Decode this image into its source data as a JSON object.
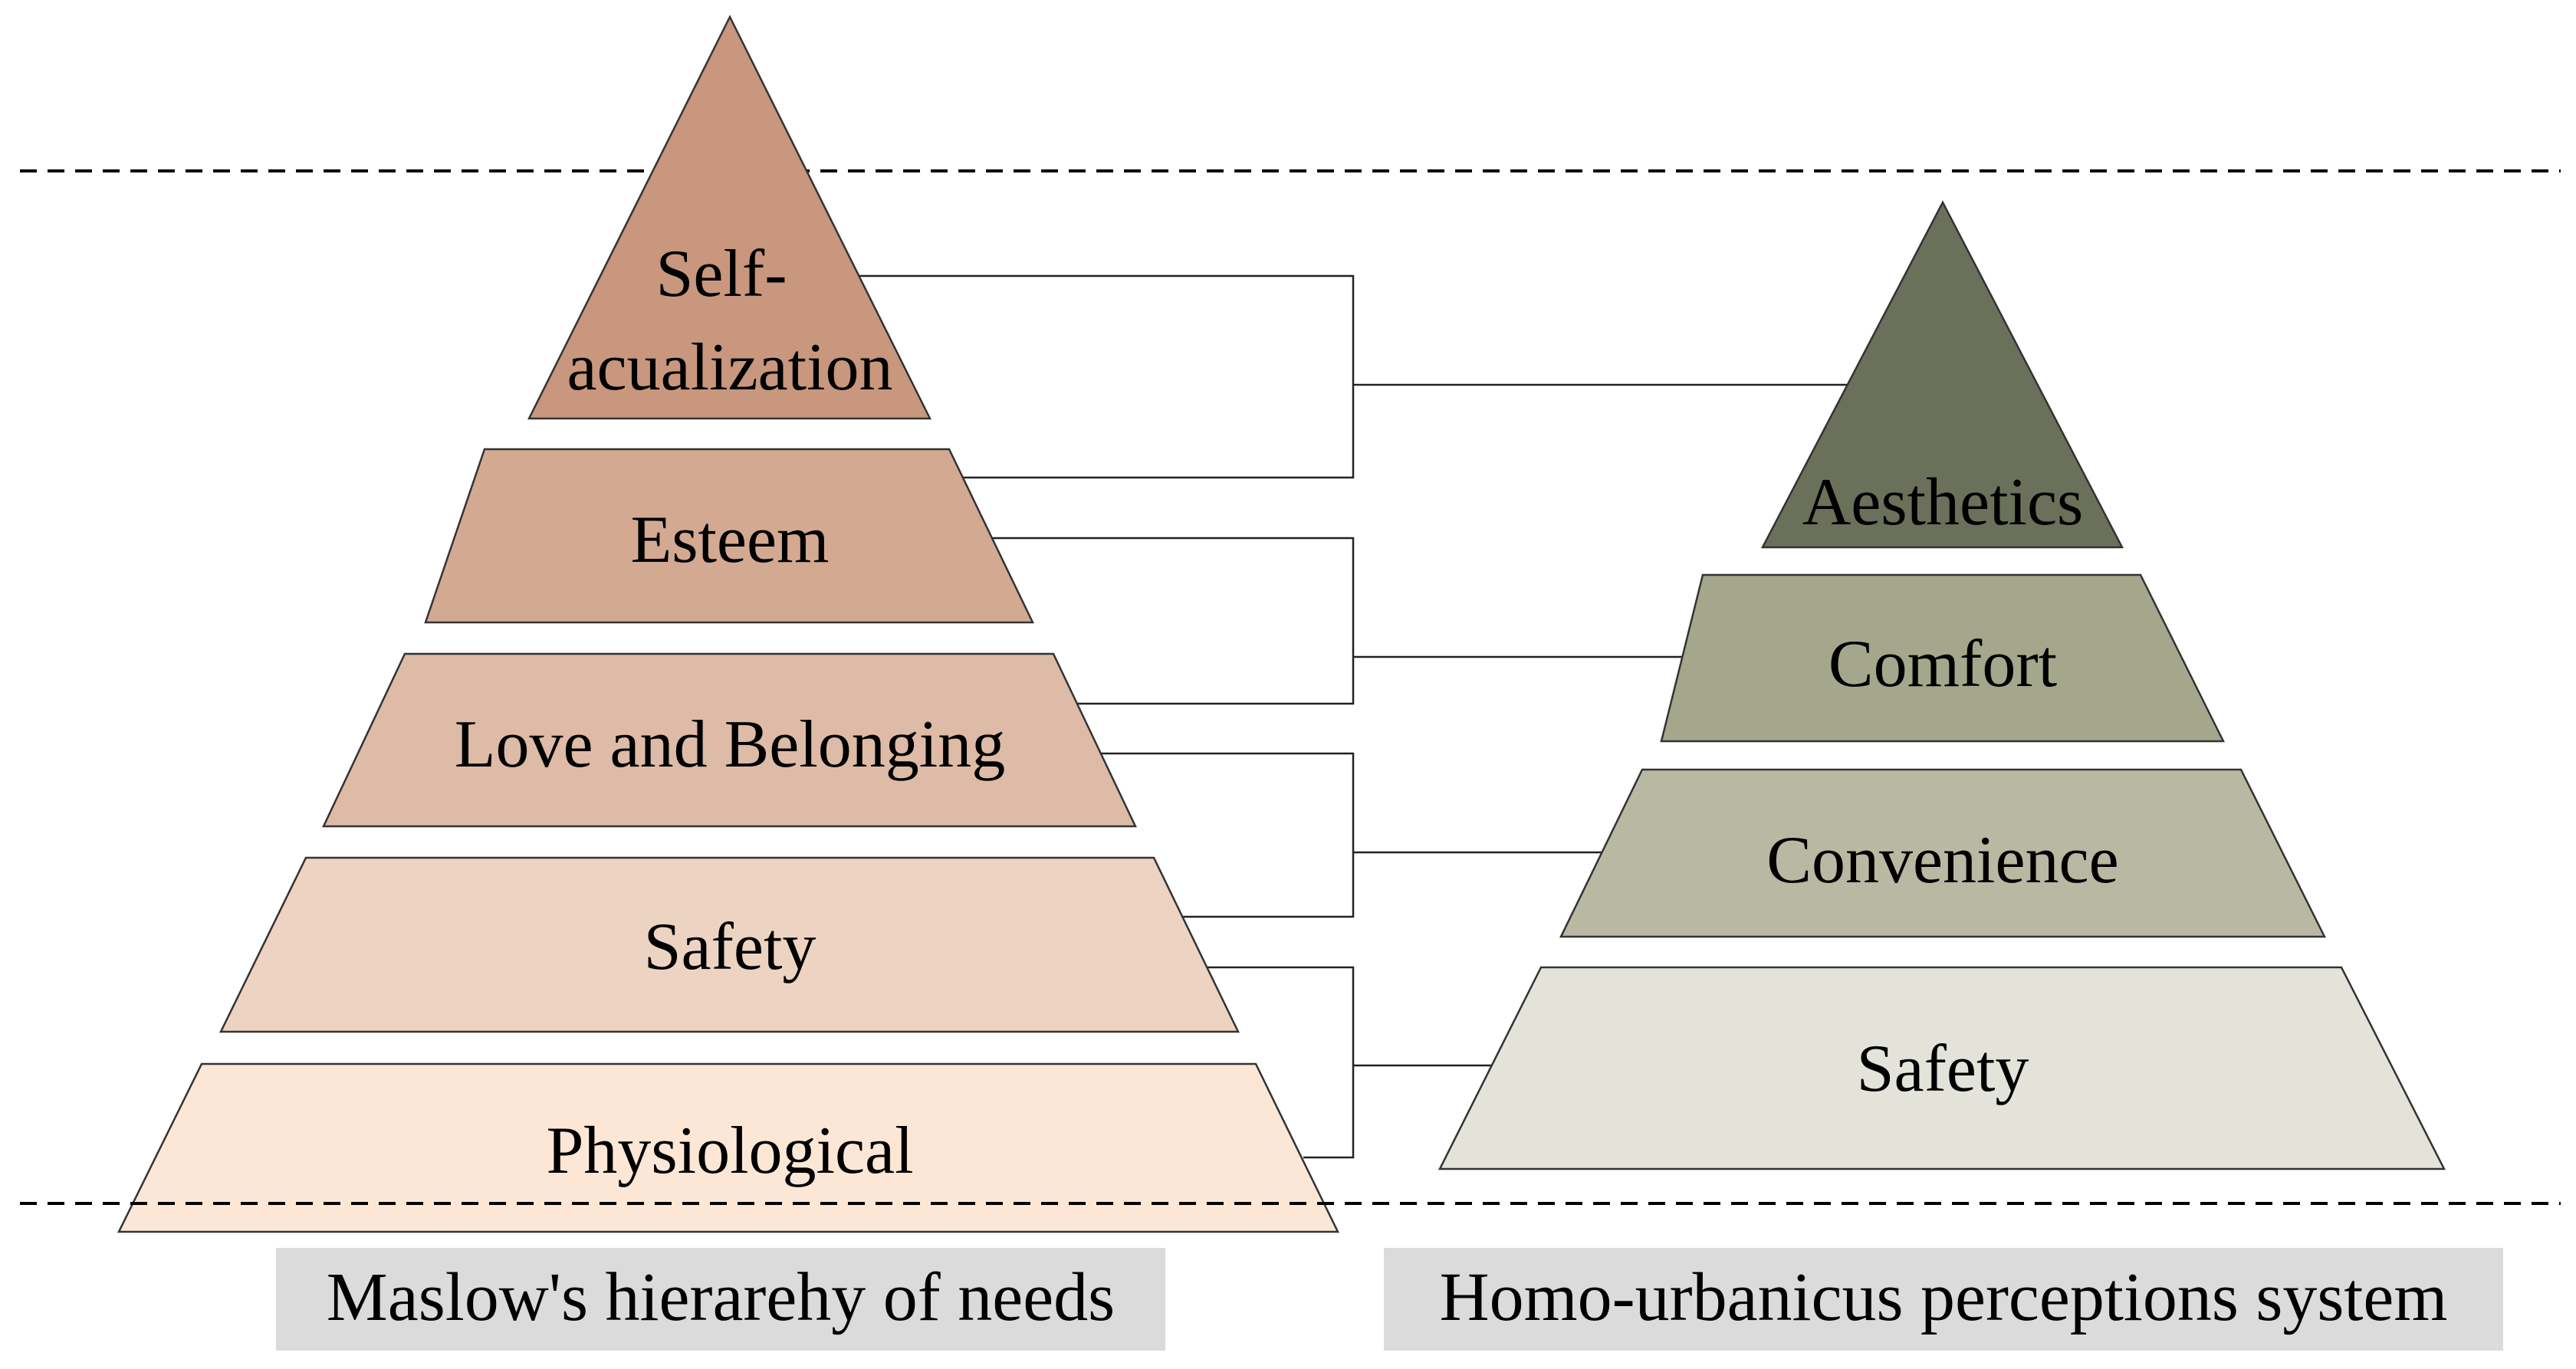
{
  "maslow": {
    "caption": "Maslow's hierarehy of needs",
    "levels": [
      {
        "label_lines": [
          "Self-",
          "acualization"
        ],
        "color": "#C8977D"
      },
      {
        "label_lines": [
          "Esteem"
        ],
        "color": "#D4A992"
      },
      {
        "label_lines": [
          "Love and Belonging"
        ],
        "color": "#DDBBA6"
      },
      {
        "label_lines": [
          "Safety"
        ],
        "color": "#EDD3C1"
      },
      {
        "label_lines": [
          "Physiological"
        ],
        "color": "#FCE7D6"
      }
    ]
  },
  "homo_urbanicus": {
    "caption": "Homo-urbanicus perceptions system",
    "levels": [
      {
        "label_lines": [
          "Aesthetics"
        ],
        "color": "#6B705B"
      },
      {
        "label_lines": [
          "Comfort"
        ],
        "color": "#A5A78D"
      },
      {
        "label_lines": [
          "Convenience"
        ],
        "color": "#B8B8A3"
      },
      {
        "label_lines": [
          "Safety"
        ],
        "color": "#E3E3DA"
      }
    ]
  },
  "caption_background": "#DBDBDB"
}
